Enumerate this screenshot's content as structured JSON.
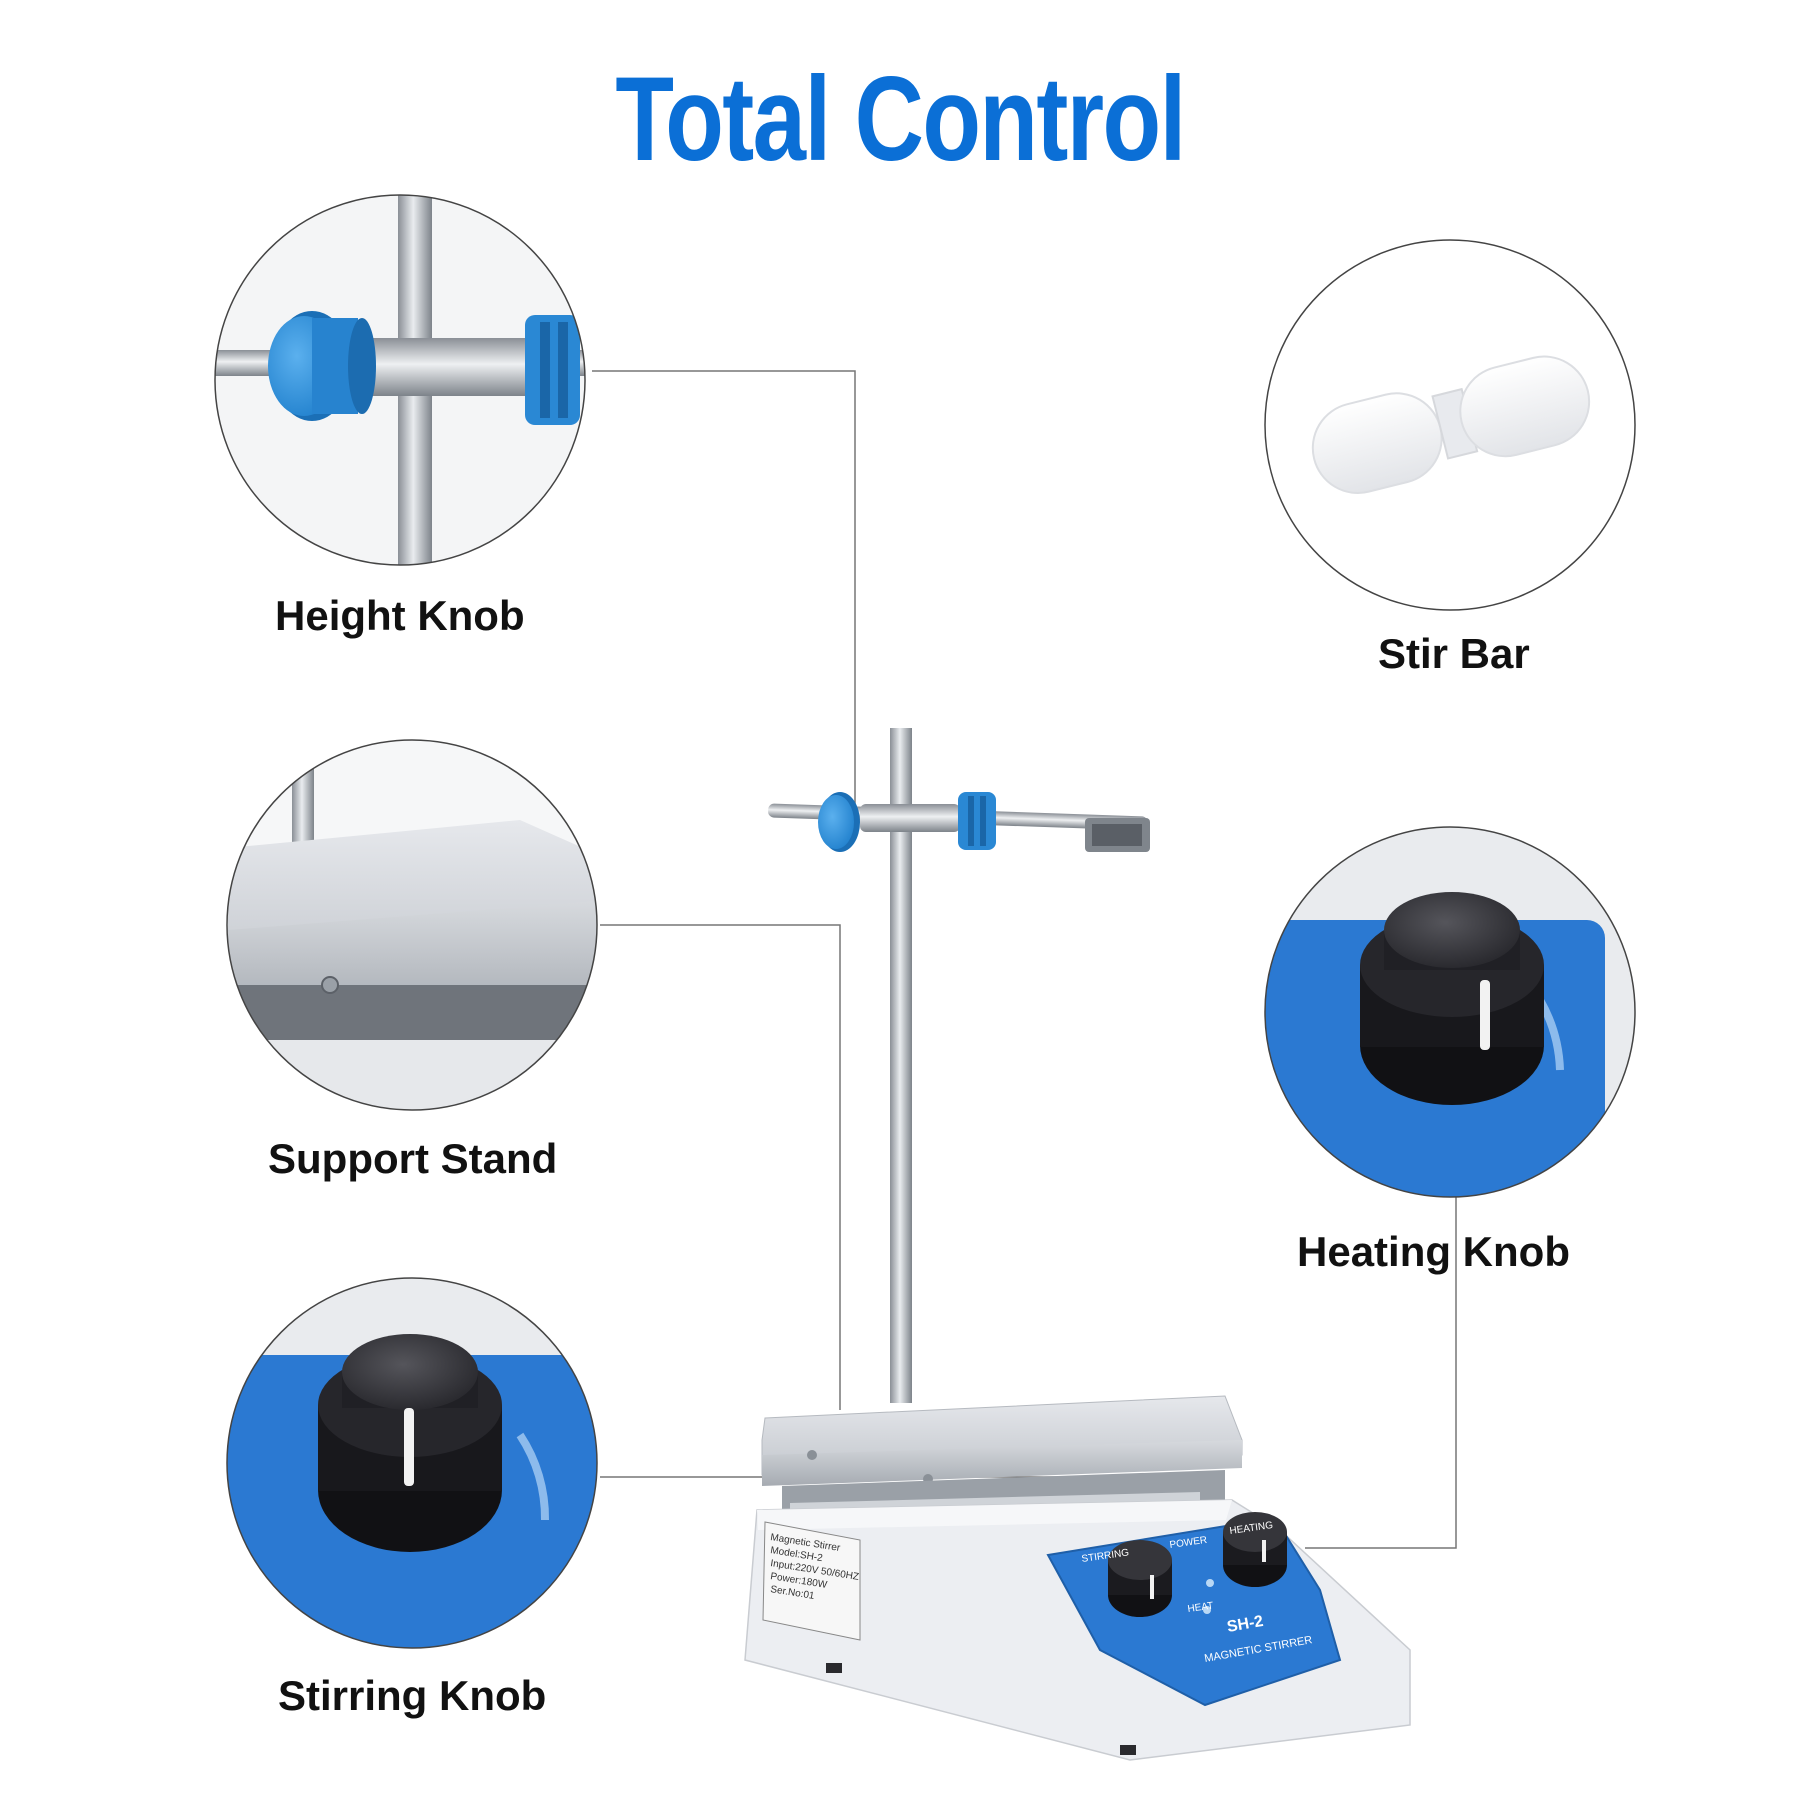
{
  "title": "Total Control",
  "colors": {
    "title": "#0b6fd6",
    "knob_cap_blue": "#2f8fd8",
    "panel_blue": "#2b79d2",
    "knob_black": "#1e1e22",
    "metal": "#b8bcc2",
    "housing": "#eceef2",
    "leader_line": "#777777"
  },
  "callouts": [
    {
      "label": "Height Knob",
      "icon": "height-knob-closeup"
    },
    {
      "label": "Stir Bar",
      "icon": "stir-bar-closeup"
    },
    {
      "label": "Support Stand",
      "icon": "support-stand-closeup"
    },
    {
      "label": "Heating Knob",
      "icon": "heating-knob-closeup"
    },
    {
      "label": "Stirring Knob",
      "icon": "stirring-knob-closeup"
    }
  ],
  "device": {
    "nameplate": [
      "Magnetic Stirrer",
      "Model:SH-2",
      "Input:220V 50/60HZ",
      "Power:180W",
      "Ser.No:01"
    ],
    "panel": {
      "stirring": "STIRRING",
      "power": "POWER",
      "heating": "HEATING",
      "heat": "HEAT",
      "model": "SH-2",
      "brand": "MAGNETIC STIRRER"
    }
  }
}
